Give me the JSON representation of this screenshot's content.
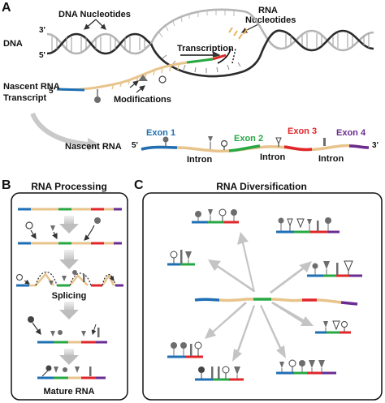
{
  "panel_a": {
    "letter": "A",
    "dna_nucleotides": "DNA Nucleotides",
    "rna_nucleotides": "RNA\nNucleotides",
    "dna": "DNA",
    "prime3": "3'",
    "prime5": "5'",
    "transcription": "Transcription",
    "nascent_transcript": "Nascent RNA\nTranscript",
    "modifications": "Modifications",
    "nascent_rna": "Nascent RNA",
    "exon1": "Exon 1",
    "exon2": "Exon 2",
    "exon3": "Exon 3",
    "exon4": "Exon 4",
    "intron": "Intron",
    "rna_5": "5'",
    "rna_3": "3'"
  },
  "panel_b": {
    "letter": "B",
    "title": "RNA Processing",
    "splicing": "Splicing",
    "mature_rna": "Mature RNA"
  },
  "panel_c": {
    "letter": "C",
    "title": "RNA Diversification"
  },
  "colors": {
    "exon1": "#1f6fb5",
    "exon2": "#27a844",
    "exon3": "#e0262b",
    "exon4": "#6a2c91",
    "intron": "#e8c48c",
    "strand": "#333333",
    "strand_light": "#b9b9b9",
    "mod": "#6d6d6d"
  }
}
